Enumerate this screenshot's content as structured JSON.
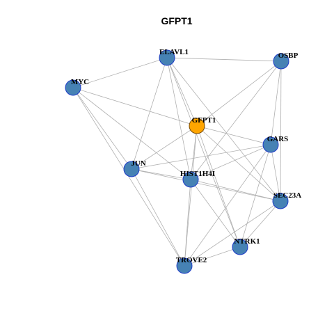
{
  "title": "GFPT1",
  "colors": {
    "background": "#ffffff",
    "edge": "#b0b0b0",
    "node_fill": "#4682b4",
    "node_stroke": "#1f3cc8",
    "hub_fill": "#ffa500",
    "hub_stroke": "#7a4a00",
    "label": "#000000"
  },
  "nodes": [
    {
      "id": "GFPT1",
      "label": "GFPT1",
      "hub": true
    },
    {
      "id": "ELAVL1",
      "label": "ELAVL1",
      "hub": false
    },
    {
      "id": "OSBP",
      "label": "OSBP",
      "hub": false
    },
    {
      "id": "MYC",
      "label": "MYC",
      "hub": false
    },
    {
      "id": "GARS",
      "label": "GARS",
      "hub": false
    },
    {
      "id": "JUN",
      "label": "JUN",
      "hub": false
    },
    {
      "id": "HIST1H4I",
      "label": "HIST1H4I",
      "hub": false
    },
    {
      "id": "SEC23A",
      "label": "SEC23A",
      "hub": false
    },
    {
      "id": "NTRK1",
      "label": "NTRK1",
      "hub": false
    },
    {
      "id": "TROVE2",
      "label": "TROVE2",
      "hub": false
    }
  ],
  "edges": [
    [
      "MYC",
      "ELAVL1"
    ],
    [
      "MYC",
      "GFPT1"
    ],
    [
      "MYC",
      "JUN"
    ],
    [
      "MYC",
      "HIST1H4I"
    ],
    [
      "MYC",
      "TROVE2"
    ],
    [
      "ELAVL1",
      "OSBP"
    ],
    [
      "ELAVL1",
      "GFPT1"
    ],
    [
      "ELAVL1",
      "JUN"
    ],
    [
      "ELAVL1",
      "HIST1H4I"
    ],
    [
      "ELAVL1",
      "SEC23A"
    ],
    [
      "ELAVL1",
      "NTRK1"
    ],
    [
      "OSBP",
      "GFPT1"
    ],
    [
      "OSBP",
      "GARS"
    ],
    [
      "OSBP",
      "HIST1H4I"
    ],
    [
      "OSBP",
      "SEC23A"
    ],
    [
      "GFPT1",
      "GARS"
    ],
    [
      "GFPT1",
      "JUN"
    ],
    [
      "GFPT1",
      "HIST1H4I"
    ],
    [
      "GFPT1",
      "SEC23A"
    ],
    [
      "GFPT1",
      "NTRK1"
    ],
    [
      "GFPT1",
      "TROVE2"
    ],
    [
      "GARS",
      "JUN"
    ],
    [
      "GARS",
      "HIST1H4I"
    ],
    [
      "GARS",
      "SEC23A"
    ],
    [
      "GARS",
      "TROVE2"
    ],
    [
      "GARS",
      "NTRK1"
    ],
    [
      "JUN",
      "HIST1H4I"
    ],
    [
      "JUN",
      "SEC23A"
    ],
    [
      "JUN",
      "TROVE2"
    ],
    [
      "HIST1H4I",
      "SEC23A"
    ],
    [
      "HIST1H4I",
      "NTRK1"
    ],
    [
      "HIST1H4I",
      "TROVE2"
    ],
    [
      "SEC23A",
      "NTRK1"
    ],
    [
      "SEC23A",
      "TROVE2"
    ],
    [
      "NTRK1",
      "TROVE2"
    ]
  ]
}
